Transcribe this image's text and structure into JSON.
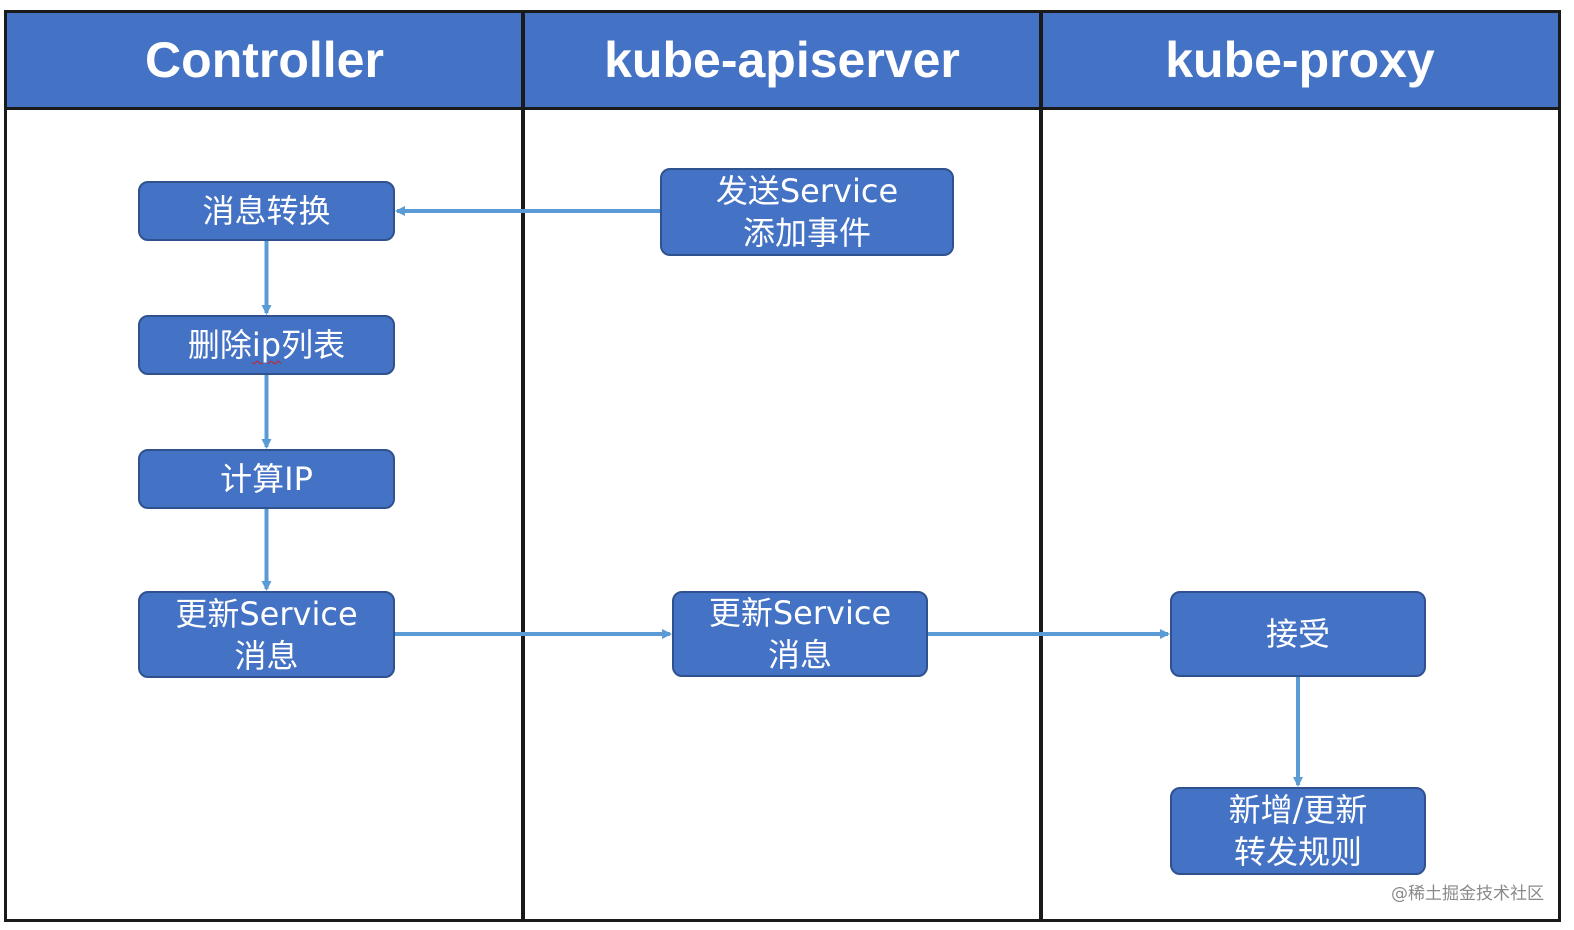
{
  "lanes": [
    {
      "title": "Controller"
    },
    {
      "title": "kube-apiserver"
    },
    {
      "title": "kube-proxy"
    }
  ],
  "nodes": {
    "msg_convert": {
      "lines": [
        "消息转换"
      ]
    },
    "delete_ip_list": {
      "pre": "删除",
      "squiggle": "ip",
      "post": "列表"
    },
    "compute_ip": {
      "lines": [
        "计算IP"
      ]
    },
    "update_service_ctrl": {
      "lines": [
        "更新Service",
        "消息"
      ]
    },
    "send_service_add": {
      "lines": [
        "发送Service",
        "添加事件"
      ]
    },
    "update_service_api": {
      "lines": [
        "更新Service",
        "消息"
      ]
    },
    "accept": {
      "lines": [
        "接受"
      ]
    },
    "add_update_rules": {
      "lines": [
        "新增/更新",
        "转发规则"
      ]
    }
  },
  "edges": [
    {
      "from": "send_service_add",
      "to": "msg_convert"
    },
    {
      "from": "msg_convert",
      "to": "delete_ip_list"
    },
    {
      "from": "delete_ip_list",
      "to": "compute_ip"
    },
    {
      "from": "compute_ip",
      "to": "update_service_ctrl"
    },
    {
      "from": "update_service_ctrl",
      "to": "update_service_api"
    },
    {
      "from": "update_service_api",
      "to": "accept"
    },
    {
      "from": "accept",
      "to": "add_update_rules"
    }
  ],
  "colors": {
    "header_fill": "#4472c4",
    "node_fill": "#4472c4",
    "node_border": "#2f528f",
    "arrow": "#5b9bd5",
    "lane_border": "#1a1a1a"
  },
  "watermark": "@稀土掘金技术社区"
}
